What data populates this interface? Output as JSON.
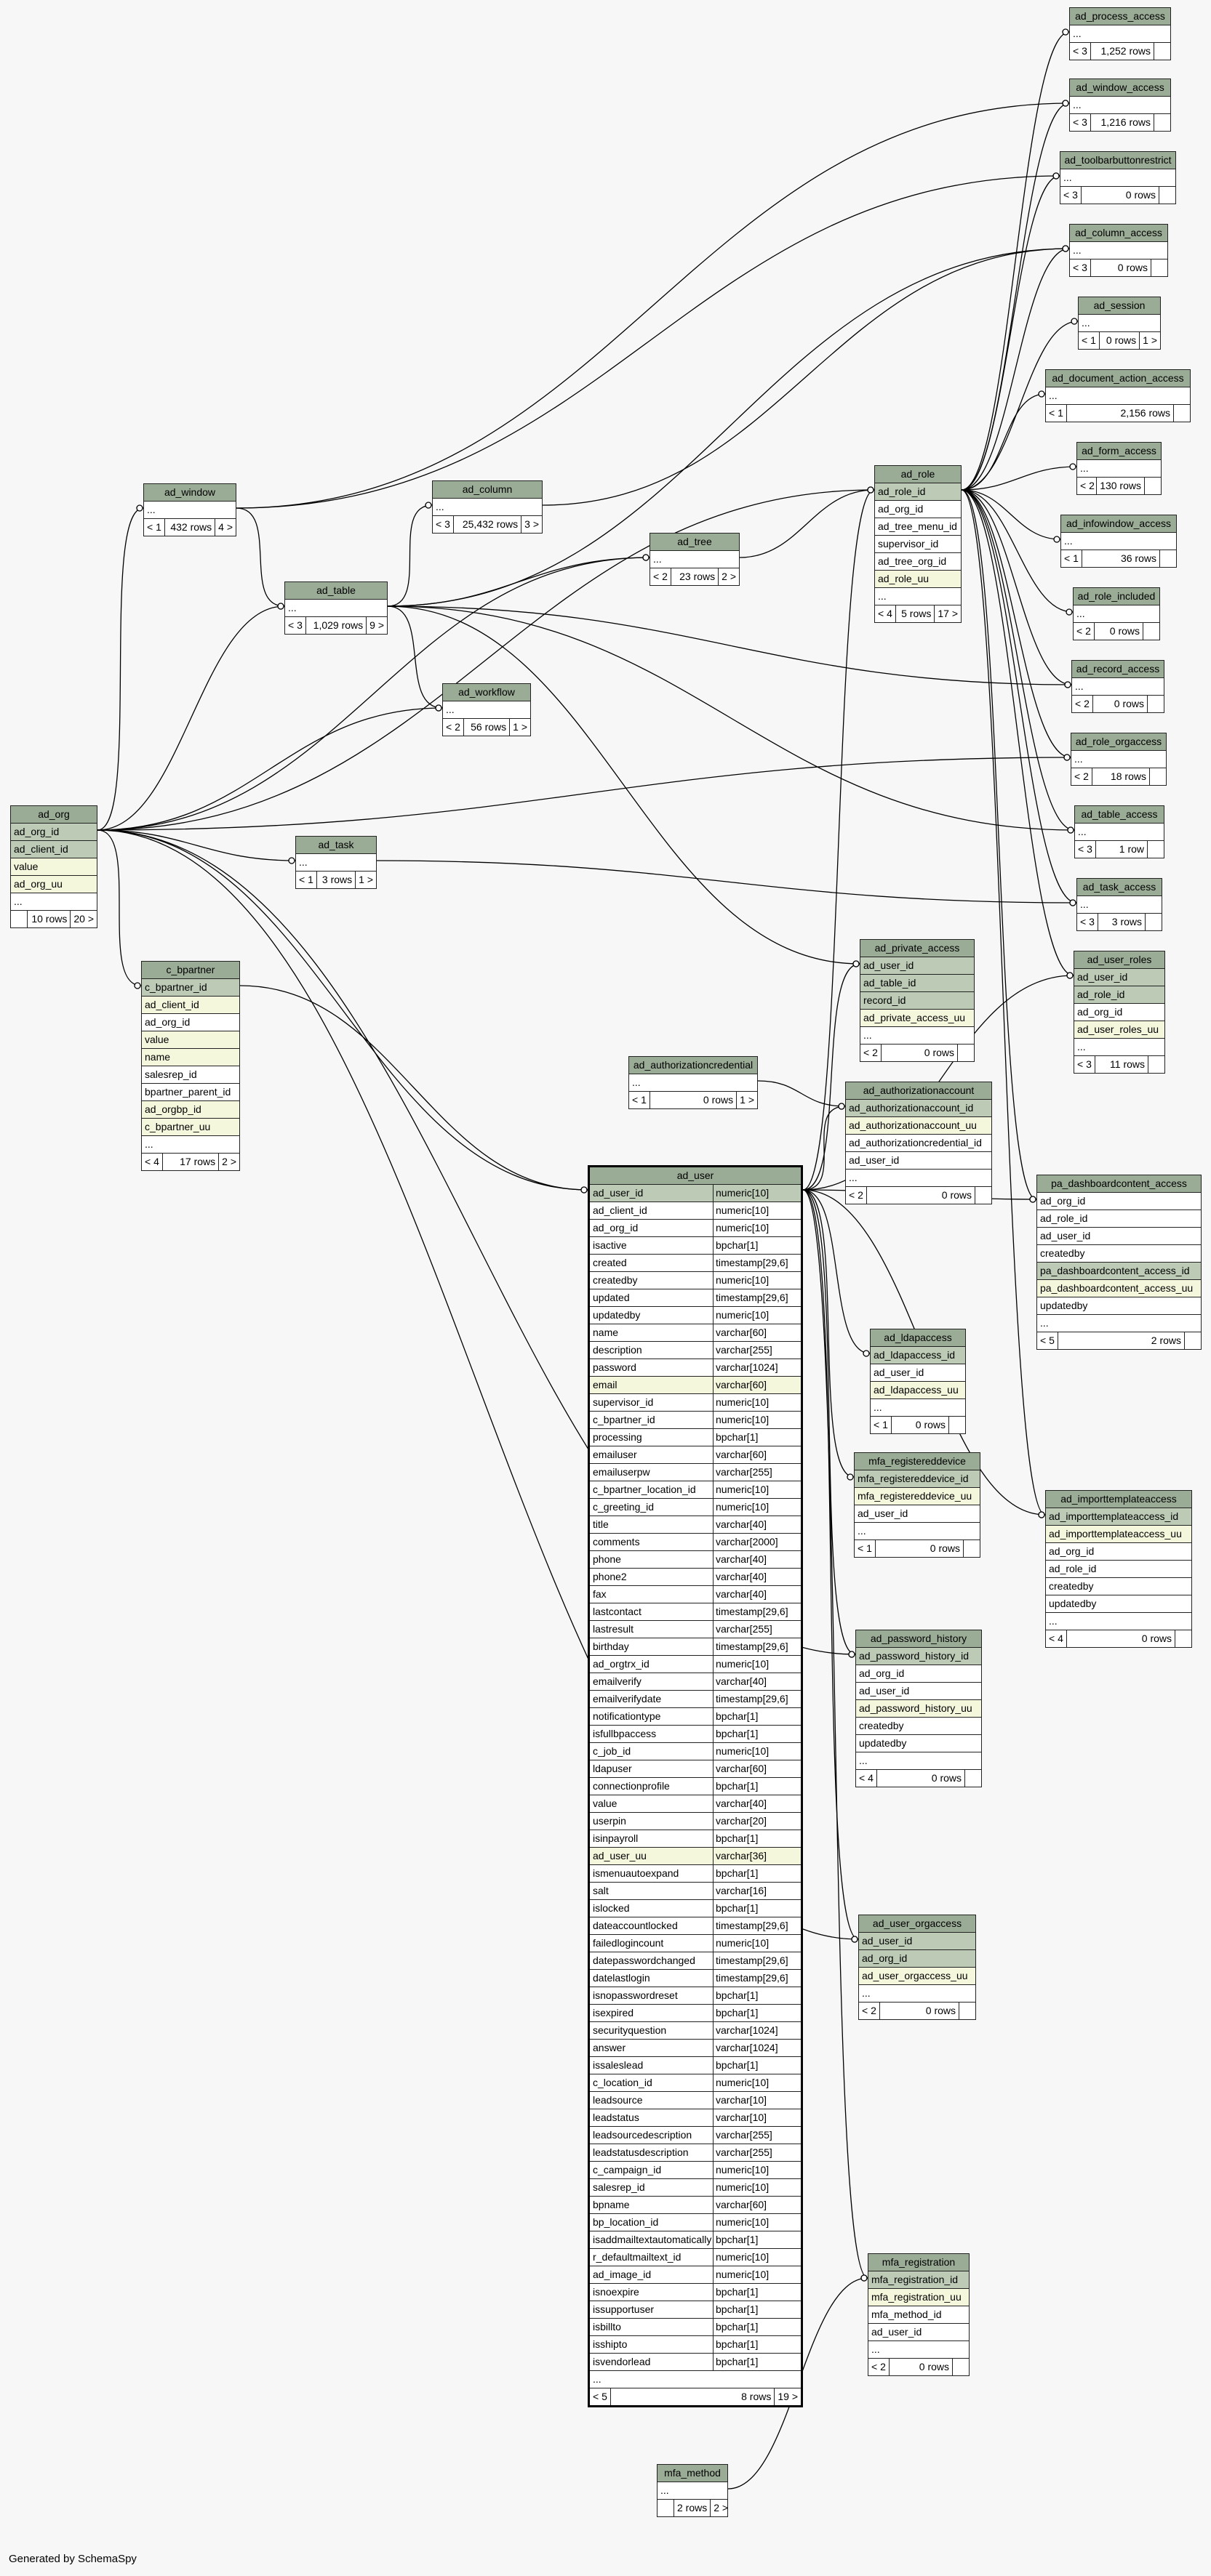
{
  "credit": "Generated by SchemaSpy",
  "tables": {
    "ad_process_access": {
      "name": "ad_process_access",
      "cols": [],
      "foot": [
        "< 3",
        "1,252 rows",
        ""
      ]
    },
    "ad_window_access": {
      "name": "ad_window_access",
      "cols": [],
      "foot": [
        "< 3",
        "1,216 rows",
        ""
      ]
    },
    "ad_toolbarbuttonrestrict": {
      "name": "ad_toolbarbuttonrestrict",
      "cols": [],
      "foot": [
        "< 3",
        "0 rows",
        ""
      ]
    },
    "ad_column_access": {
      "name": "ad_column_access",
      "cols": [],
      "foot": [
        "< 3",
        "0 rows",
        ""
      ]
    },
    "ad_session": {
      "name": "ad_session",
      "cols": [],
      "foot": [
        "< 1",
        "0 rows",
        "1 >"
      ]
    },
    "ad_document_action_access": {
      "name": "ad_document_action_access",
      "cols": [],
      "foot": [
        "< 1",
        "2,156 rows",
        ""
      ]
    },
    "ad_form_access": {
      "name": "ad_form_access",
      "cols": [],
      "foot": [
        "< 2",
        "130 rows",
        ""
      ]
    },
    "ad_infowindow_access": {
      "name": "ad_infowindow_access",
      "cols": [],
      "foot": [
        "< 1",
        "36 rows",
        ""
      ]
    },
    "ad_role_included": {
      "name": "ad_role_included",
      "cols": [],
      "foot": [
        "< 2",
        "0 rows",
        ""
      ]
    },
    "ad_record_access": {
      "name": "ad_record_access",
      "cols": [],
      "foot": [
        "< 2",
        "0 rows",
        ""
      ]
    },
    "ad_role_orgaccess": {
      "name": "ad_role_orgaccess",
      "cols": [],
      "foot": [
        "< 2",
        "18 rows",
        ""
      ]
    },
    "ad_table_access": {
      "name": "ad_table_access",
      "cols": [],
      "foot": [
        "< 3",
        "1 row",
        ""
      ]
    },
    "ad_task_access": {
      "name": "ad_task_access",
      "cols": [],
      "foot": [
        "< 3",
        "3 rows",
        ""
      ]
    },
    "ad_user_roles": {
      "name": "ad_user_roles",
      "cols": [
        {
          "n": "ad_user_id",
          "c": "pk"
        },
        {
          "n": "ad_role_id",
          "c": "pk"
        },
        {
          "n": "ad_org_id",
          "c": ""
        },
        {
          "n": "ad_user_roles_uu",
          "c": "uq"
        }
      ],
      "foot": [
        "< 3",
        "11 rows",
        ""
      ]
    },
    "pa_dashboardcontent_access": {
      "name": "pa_dashboardcontent_access",
      "cols": [
        {
          "n": "ad_org_id",
          "c": ""
        },
        {
          "n": "ad_role_id",
          "c": ""
        },
        {
          "n": "ad_user_id",
          "c": ""
        },
        {
          "n": "createdby",
          "c": ""
        },
        {
          "n": "pa_dashboardcontent_access_id",
          "c": "pk"
        },
        {
          "n": "pa_dashboardcontent_access_uu",
          "c": "uq"
        },
        {
          "n": "updatedby",
          "c": ""
        }
      ],
      "foot": [
        "< 5",
        "2 rows",
        ""
      ]
    },
    "ad_importtemplateaccess": {
      "name": "ad_importtemplateaccess",
      "cols": [
        {
          "n": "ad_importtemplateaccess_id",
          "c": "pk"
        },
        {
          "n": "ad_importtemplateaccess_uu",
          "c": "uq"
        },
        {
          "n": "ad_org_id",
          "c": ""
        },
        {
          "n": "ad_role_id",
          "c": ""
        },
        {
          "n": "createdby",
          "c": ""
        },
        {
          "n": "updatedby",
          "c": ""
        }
      ],
      "foot": [
        "< 4",
        "0 rows",
        ""
      ]
    },
    "ad_role": {
      "name": "ad_role",
      "cols": [
        {
          "n": "ad_role_id",
          "c": "pk"
        },
        {
          "n": "ad_org_id",
          "c": ""
        },
        {
          "n": "ad_tree_menu_id",
          "c": ""
        },
        {
          "n": "supervisor_id",
          "c": ""
        },
        {
          "n": "ad_tree_org_id",
          "c": ""
        },
        {
          "n": "ad_role_uu",
          "c": "uq"
        }
      ],
      "foot": [
        "< 4",
        "5 rows",
        "17 >"
      ]
    },
    "ad_private_access": {
      "name": "ad_private_access",
      "cols": [
        {
          "n": "ad_user_id",
          "c": "pk"
        },
        {
          "n": "ad_table_id",
          "c": "pk"
        },
        {
          "n": "record_id",
          "c": "pk"
        },
        {
          "n": "ad_private_access_uu",
          "c": "uq"
        }
      ],
      "foot": [
        "< 2",
        "0 rows",
        ""
      ]
    },
    "ad_authorizationcredential": {
      "name": "ad_authorizationcredential",
      "cols": [],
      "foot": [
        "< 1",
        "0 rows",
        "1 >"
      ]
    },
    "ad_authorizationaccount": {
      "name": "ad_authorizationaccount",
      "cols": [
        {
          "n": "ad_authorizationaccount_id",
          "c": "pk"
        },
        {
          "n": "ad_authorizationaccount_uu",
          "c": "uq"
        },
        {
          "n": "ad_authorizationcredential_id",
          "c": ""
        },
        {
          "n": "ad_user_id",
          "c": ""
        }
      ],
      "foot": [
        "< 2",
        "0 rows",
        ""
      ]
    },
    "ad_ldapaccess": {
      "name": "ad_ldapaccess",
      "cols": [
        {
          "n": "ad_ldapaccess_id",
          "c": "pk"
        },
        {
          "n": "ad_user_id",
          "c": ""
        },
        {
          "n": "ad_ldapaccess_uu",
          "c": "uq"
        }
      ],
      "foot": [
        "< 1",
        "0 rows",
        ""
      ]
    },
    "mfa_registereddevice": {
      "name": "mfa_registereddevice",
      "cols": [
        {
          "n": "mfa_registereddevice_id",
          "c": "pk"
        },
        {
          "n": "mfa_registereddevice_uu",
          "c": "uq"
        },
        {
          "n": "ad_user_id",
          "c": ""
        }
      ],
      "foot": [
        "< 1",
        "0 rows",
        ""
      ]
    },
    "ad_password_history": {
      "name": "ad_password_history",
      "cols": [
        {
          "n": "ad_password_history_id",
          "c": "pk"
        },
        {
          "n": "ad_org_id",
          "c": ""
        },
        {
          "n": "ad_user_id",
          "c": ""
        },
        {
          "n": "ad_password_history_uu",
          "c": "uq"
        },
        {
          "n": "createdby",
          "c": ""
        },
        {
          "n": "updatedby",
          "c": ""
        }
      ],
      "foot": [
        "< 4",
        "0 rows",
        ""
      ]
    },
    "ad_user_orgaccess": {
      "name": "ad_user_orgaccess",
      "cols": [
        {
          "n": "ad_user_id",
          "c": "pk"
        },
        {
          "n": "ad_org_id",
          "c": "pk"
        },
        {
          "n": "ad_user_orgaccess_uu",
          "c": "uq"
        }
      ],
      "foot": [
        "< 2",
        "0 rows",
        ""
      ]
    },
    "mfa_registration": {
      "name": "mfa_registration",
      "cols": [
        {
          "n": "mfa_registration_id",
          "c": "pk"
        },
        {
          "n": "mfa_registration_uu",
          "c": "uq"
        },
        {
          "n": "mfa_method_id",
          "c": ""
        },
        {
          "n": "ad_user_id",
          "c": ""
        }
      ],
      "foot": [
        "< 2",
        "0 rows",
        ""
      ]
    },
    "mfa_method": {
      "name": "mfa_method",
      "cols": [],
      "foot": [
        "",
        "2 rows",
        "2 >"
      ]
    },
    "ad_window": {
      "name": "ad_window",
      "cols": [],
      "foot": [
        "< 1",
        "432 rows",
        "4 >"
      ]
    },
    "ad_column": {
      "name": "ad_column",
      "cols": [],
      "foot": [
        "< 3",
        "25,432 rows",
        "3 >"
      ]
    },
    "ad_tree": {
      "name": "ad_tree",
      "cols": [],
      "foot": [
        "< 2",
        "23 rows",
        "2 >"
      ]
    },
    "ad_table": {
      "name": "ad_table",
      "cols": [],
      "foot": [
        "< 3",
        "1,029 rows",
        "9 >"
      ]
    },
    "ad_workflow": {
      "name": "ad_workflow",
      "cols": [],
      "foot": [
        "< 2",
        "56 rows",
        "1 >"
      ]
    },
    "ad_task": {
      "name": "ad_task",
      "cols": [],
      "foot": [
        "< 1",
        "3 rows",
        "1 >"
      ]
    },
    "ad_org": {
      "name": "ad_org",
      "cols": [
        {
          "n": "ad_org_id",
          "c": "pk"
        },
        {
          "n": "ad_client_id",
          "c": "pk"
        },
        {
          "n": "value",
          "c": "uq"
        },
        {
          "n": "ad_org_uu",
          "c": "uq"
        }
      ],
      "foot": [
        "",
        "10 rows",
        "20 >"
      ]
    },
    "c_bpartner": {
      "name": "c_bpartner",
      "cols": [
        {
          "n": "c_bpartner_id",
          "c": "pk"
        },
        {
          "n": "ad_client_id",
          "c": "uq"
        },
        {
          "n": "ad_org_id",
          "c": ""
        },
        {
          "n": "value",
          "c": "uq"
        },
        {
          "n": "name",
          "c": "uq"
        },
        {
          "n": "salesrep_id",
          "c": ""
        },
        {
          "n": "bpartner_parent_id",
          "c": ""
        },
        {
          "n": "ad_orgbp_id",
          "c": "uq"
        },
        {
          "n": "c_bpartner_uu",
          "c": "uq"
        }
      ],
      "foot": [
        "< 4",
        "17 rows",
        "2 >"
      ]
    }
  },
  "ad_user": {
    "name": "ad_user",
    "cols": [
      {
        "n": "ad_user_id",
        "t": "numeric[10]",
        "c": "pk"
      },
      {
        "n": "ad_client_id",
        "t": "numeric[10]",
        "c": ""
      },
      {
        "n": "ad_org_id",
        "t": "numeric[10]",
        "c": ""
      },
      {
        "n": "isactive",
        "t": "bpchar[1]",
        "c": ""
      },
      {
        "n": "created",
        "t": "timestamp[29,6]",
        "c": ""
      },
      {
        "n": "createdby",
        "t": "numeric[10]",
        "c": ""
      },
      {
        "n": "updated",
        "t": "timestamp[29,6]",
        "c": ""
      },
      {
        "n": "updatedby",
        "t": "numeric[10]",
        "c": ""
      },
      {
        "n": "name",
        "t": "varchar[60]",
        "c": ""
      },
      {
        "n": "description",
        "t": "varchar[255]",
        "c": ""
      },
      {
        "n": "password",
        "t": "varchar[1024]",
        "c": ""
      },
      {
        "n": "email",
        "t": "varchar[60]",
        "c": "uq"
      },
      {
        "n": "supervisor_id",
        "t": "numeric[10]",
        "c": ""
      },
      {
        "n": "c_bpartner_id",
        "t": "numeric[10]",
        "c": ""
      },
      {
        "n": "processing",
        "t": "bpchar[1]",
        "c": ""
      },
      {
        "n": "emailuser",
        "t": "varchar[60]",
        "c": ""
      },
      {
        "n": "emailuserpw",
        "t": "varchar[255]",
        "c": ""
      },
      {
        "n": "c_bpartner_location_id",
        "t": "numeric[10]",
        "c": ""
      },
      {
        "n": "c_greeting_id",
        "t": "numeric[10]",
        "c": ""
      },
      {
        "n": "title",
        "t": "varchar[40]",
        "c": ""
      },
      {
        "n": "comments",
        "t": "varchar[2000]",
        "c": ""
      },
      {
        "n": "phone",
        "t": "varchar[40]",
        "c": ""
      },
      {
        "n": "phone2",
        "t": "varchar[40]",
        "c": ""
      },
      {
        "n": "fax",
        "t": "varchar[40]",
        "c": ""
      },
      {
        "n": "lastcontact",
        "t": "timestamp[29,6]",
        "c": ""
      },
      {
        "n": "lastresult",
        "t": "varchar[255]",
        "c": ""
      },
      {
        "n": "birthday",
        "t": "timestamp[29,6]",
        "c": ""
      },
      {
        "n": "ad_orgtrx_id",
        "t": "numeric[10]",
        "c": ""
      },
      {
        "n": "emailverify",
        "t": "varchar[40]",
        "c": ""
      },
      {
        "n": "emailverifydate",
        "t": "timestamp[29,6]",
        "c": ""
      },
      {
        "n": "notificationtype",
        "t": "bpchar[1]",
        "c": ""
      },
      {
        "n": "isfullbpaccess",
        "t": "bpchar[1]",
        "c": ""
      },
      {
        "n": "c_job_id",
        "t": "numeric[10]",
        "c": ""
      },
      {
        "n": "ldapuser",
        "t": "varchar[60]",
        "c": ""
      },
      {
        "n": "connectionprofile",
        "t": "bpchar[1]",
        "c": ""
      },
      {
        "n": "value",
        "t": "varchar[40]",
        "c": ""
      },
      {
        "n": "userpin",
        "t": "varchar[20]",
        "c": ""
      },
      {
        "n": "isinpayroll",
        "t": "bpchar[1]",
        "c": ""
      },
      {
        "n": "ad_user_uu",
        "t": "varchar[36]",
        "c": "uq"
      },
      {
        "n": "ismenuautoexpand",
        "t": "bpchar[1]",
        "c": ""
      },
      {
        "n": "salt",
        "t": "varchar[16]",
        "c": ""
      },
      {
        "n": "islocked",
        "t": "bpchar[1]",
        "c": ""
      },
      {
        "n": "dateaccountlocked",
        "t": "timestamp[29,6]",
        "c": ""
      },
      {
        "n": "failedlogincount",
        "t": "numeric[10]",
        "c": ""
      },
      {
        "n": "datepasswordchanged",
        "t": "timestamp[29,6]",
        "c": ""
      },
      {
        "n": "datelastlogin",
        "t": "timestamp[29,6]",
        "c": ""
      },
      {
        "n": "isnopasswordreset",
        "t": "bpchar[1]",
        "c": ""
      },
      {
        "n": "isexpired",
        "t": "bpchar[1]",
        "c": ""
      },
      {
        "n": "securityquestion",
        "t": "varchar[1024]",
        "c": ""
      },
      {
        "n": "answer",
        "t": "varchar[1024]",
        "c": ""
      },
      {
        "n": "issaleslead",
        "t": "bpchar[1]",
        "c": ""
      },
      {
        "n": "c_location_id",
        "t": "numeric[10]",
        "c": ""
      },
      {
        "n": "leadsource",
        "t": "varchar[10]",
        "c": ""
      },
      {
        "n": "leadstatus",
        "t": "varchar[10]",
        "c": ""
      },
      {
        "n": "leadsourcedescription",
        "t": "varchar[255]",
        "c": ""
      },
      {
        "n": "leadstatusdescription",
        "t": "varchar[255]",
        "c": ""
      },
      {
        "n": "c_campaign_id",
        "t": "numeric[10]",
        "c": ""
      },
      {
        "n": "salesrep_id",
        "t": "numeric[10]",
        "c": ""
      },
      {
        "n": "bpname",
        "t": "varchar[60]",
        "c": ""
      },
      {
        "n": "bp_location_id",
        "t": "numeric[10]",
        "c": ""
      },
      {
        "n": "isaddmailtextautomatically",
        "t": "bpchar[1]",
        "c": ""
      },
      {
        "n": "r_defaultmailtext_id",
        "t": "numeric[10]",
        "c": ""
      },
      {
        "n": "ad_image_id",
        "t": "numeric[10]",
        "c": ""
      },
      {
        "n": "isnoexpire",
        "t": "bpchar[1]",
        "c": ""
      },
      {
        "n": "issupportuser",
        "t": "bpchar[1]",
        "c": ""
      },
      {
        "n": "isbillto",
        "t": "bpchar[1]",
        "c": ""
      },
      {
        "n": "isshipto",
        "t": "bpchar[1]",
        "c": ""
      },
      {
        "n": "isvendorlead",
        "t": "bpchar[1]",
        "c": ""
      }
    ],
    "foot": [
      "< 5",
      "8 rows",
      "19 >"
    ]
  }
}
